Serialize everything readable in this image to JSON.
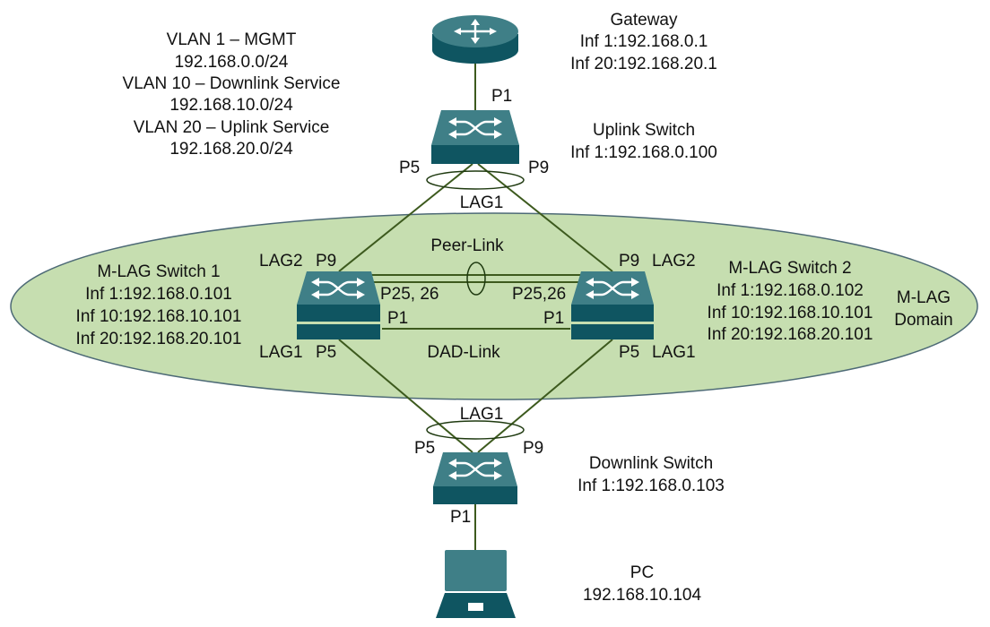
{
  "colors": {
    "device_top": "#3f7f87",
    "device_front": "#0f5561",
    "domain_fill": "#c6deb0",
    "domain_stroke": "#4d6a76",
    "link": "#3d5a1e"
  },
  "legend": {
    "vlan1": "VLAN 1 – MGMT",
    "vlan1_net": "192.168.0.0/24",
    "vlan10": "VLAN 10 –  Downlink Service",
    "vlan10_net": "192.168.10.0/24",
    "vlan20": "VLAN 20 –  Uplink Service",
    "vlan20_net": "192.168.20.0/24"
  },
  "gateway": {
    "title": "Gateway",
    "inf1": "Inf 1:192.168.0.1",
    "inf20": "Inf 20:192.168.20.1",
    "icon": "router-icon"
  },
  "uplink_switch": {
    "title": "Uplink Switch",
    "inf1": "Inf 1:192.168.0.100",
    "port_top": "P1",
    "port_left": "P5",
    "port_right": "P9",
    "lag": "LAG1",
    "icon": "switch-icon"
  },
  "mlag_switch1": {
    "title": "M-LAG Switch 1",
    "inf1": "Inf 1:192.168.0.101",
    "inf10": "Inf 10:192.168.10.101",
    "inf20": "Inf 20:192.168.20.101",
    "lag_top": "LAG2",
    "port_top": "P9",
    "peer_ports": "P25, 26",
    "dad_port": "P1",
    "lag_bottom": "LAG1",
    "port_bottom": "P5",
    "icon": "switch-icon"
  },
  "mlag_switch2": {
    "title": "M-LAG Switch 2",
    "inf1": "Inf 1:192.168.0.102",
    "inf10": "Inf 10:192.168.10.101",
    "inf20": "Inf 20:192.168.20.101",
    "lag_top": "LAG2",
    "port_top": "P9",
    "peer_ports": "P25,26",
    "dad_port": "P1",
    "lag_bottom": "LAG1",
    "port_bottom": "P5",
    "icon": "switch-icon"
  },
  "domain": {
    "line1": "M-LAG",
    "line2": "Domain",
    "peer_link": "Peer-Link",
    "dad_link": "DAD-Link"
  },
  "downlink_switch": {
    "title": "Downlink Switch",
    "inf1": "Inf 1:192.168.0.103",
    "port_left": "P5",
    "port_right": "P9",
    "port_bottom": "P1",
    "lag": "LAG1",
    "icon": "switch-icon"
  },
  "pc": {
    "title": "PC",
    "ip": "192.168.10.104",
    "icon": "laptop-icon"
  }
}
